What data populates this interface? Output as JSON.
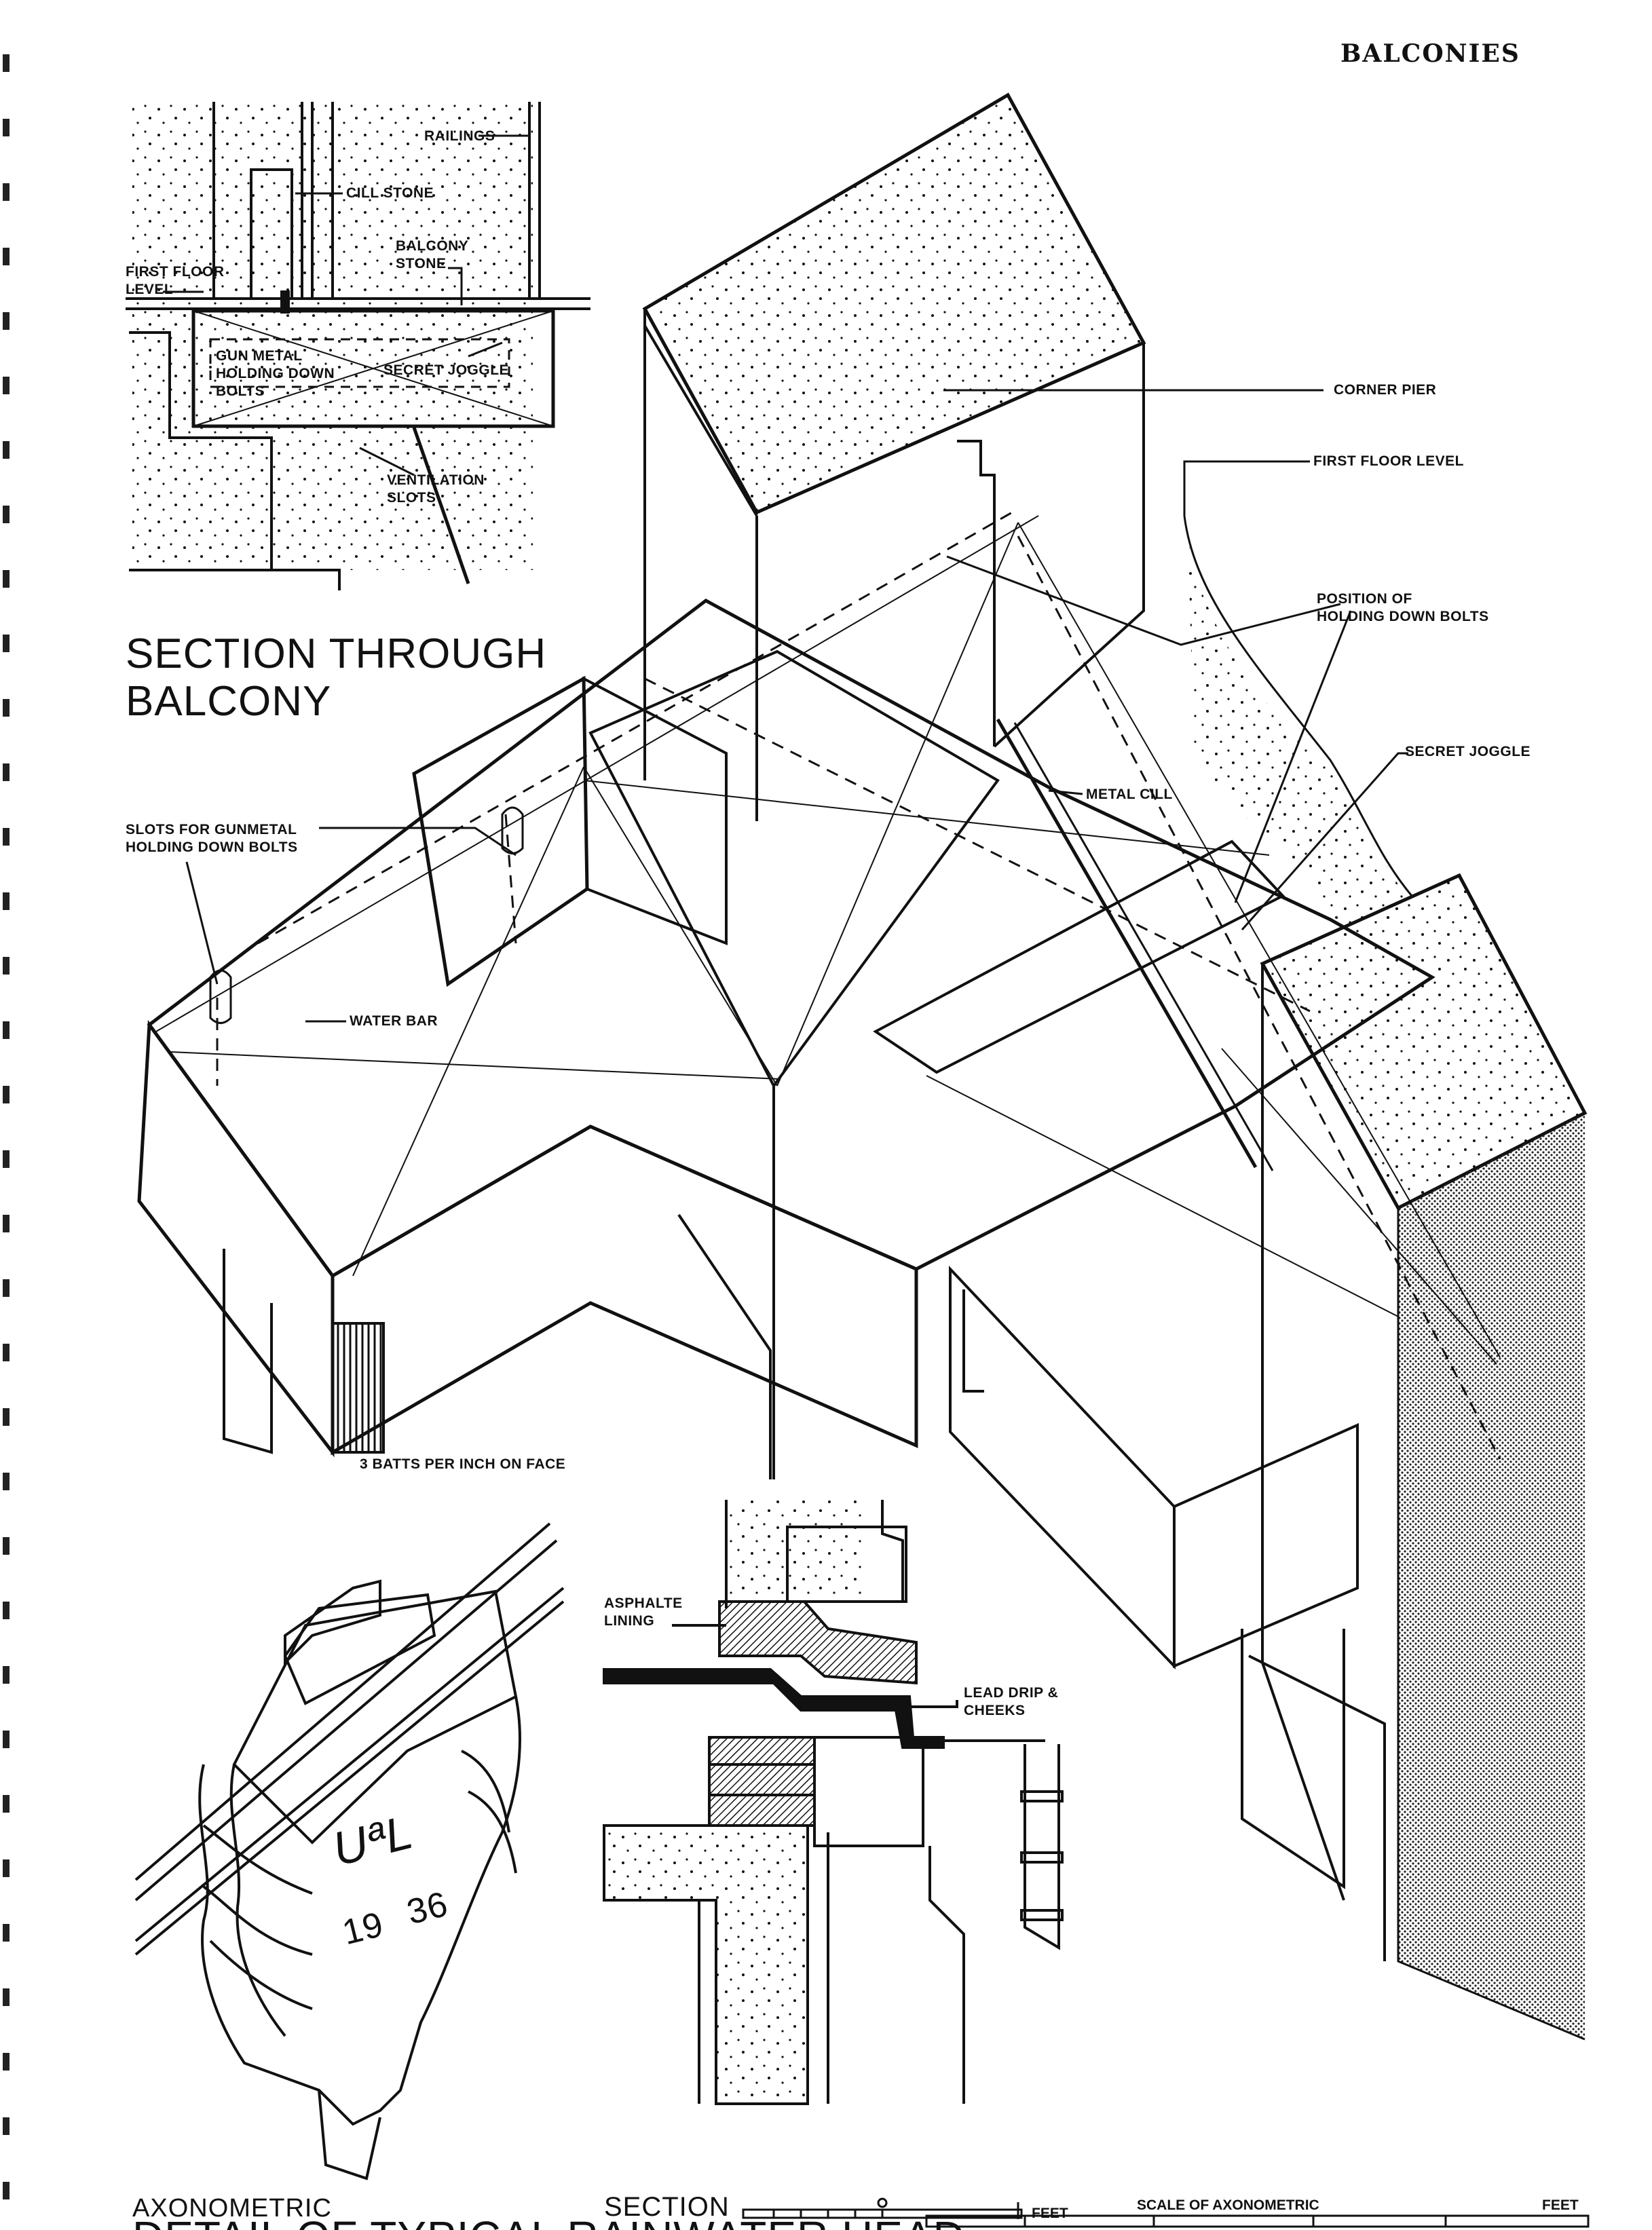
{
  "page": {
    "heading": "BALCONIES"
  },
  "section_balcony": {
    "title_line1": "SECTION THROUGH",
    "title_line2": "BALCONY",
    "labels": {
      "railings": "RAILINGS",
      "cill_stone": "CILL STONE",
      "balcony_stone": "BALCONY\nSTONE",
      "first_floor_level": "FIRST FLOOR\nLEVEL",
      "gun_metal_bolts": "GUN METAL\nHOLDING DOWN\nBOLTS",
      "secret_joggle": "SECRET JOGGLE",
      "ventilation_slots": "VENTILATION\nSLOTS"
    }
  },
  "axonometric_balcony": {
    "labels": {
      "corner_pier": "CORNER PIER",
      "first_floor_level": "FIRST FLOOR LEVEL",
      "position_of_bolts": "POSITION OF\nHOLDING DOWN BOLTS",
      "secret_joggle": "SECRET JOGGLE",
      "metal_cill": "METAL CILL",
      "slots_for_gunmetal": "SLOTS FOR GUNMETAL\nHOLDING DOWN BOLTS",
      "water_bar": "WATER BAR",
      "batts_note": "3 BATTS PER INCH ON FACE"
    }
  },
  "rainwater_head": {
    "axonometric_label": "AXONOMETRIC",
    "section_label": "SECTION",
    "feet_label": "FEET",
    "title": "DETAIL OF TYPICAL RAINWATER HEAD",
    "monogram": "UªL",
    "year_left": "19",
    "year_right": "36",
    "labels": {
      "asphalte_lining": "ASPHALTE\nLINING",
      "lead_drip": "LEAD DRIP &\nCHEEKS"
    }
  },
  "scale_bar": {
    "label": "SCALE OF AXONOMETRIC",
    "feet_label": "FEET"
  },
  "colors": {
    "ink": "#111111",
    "paper": "#ffffff",
    "binding": "#222222"
  }
}
